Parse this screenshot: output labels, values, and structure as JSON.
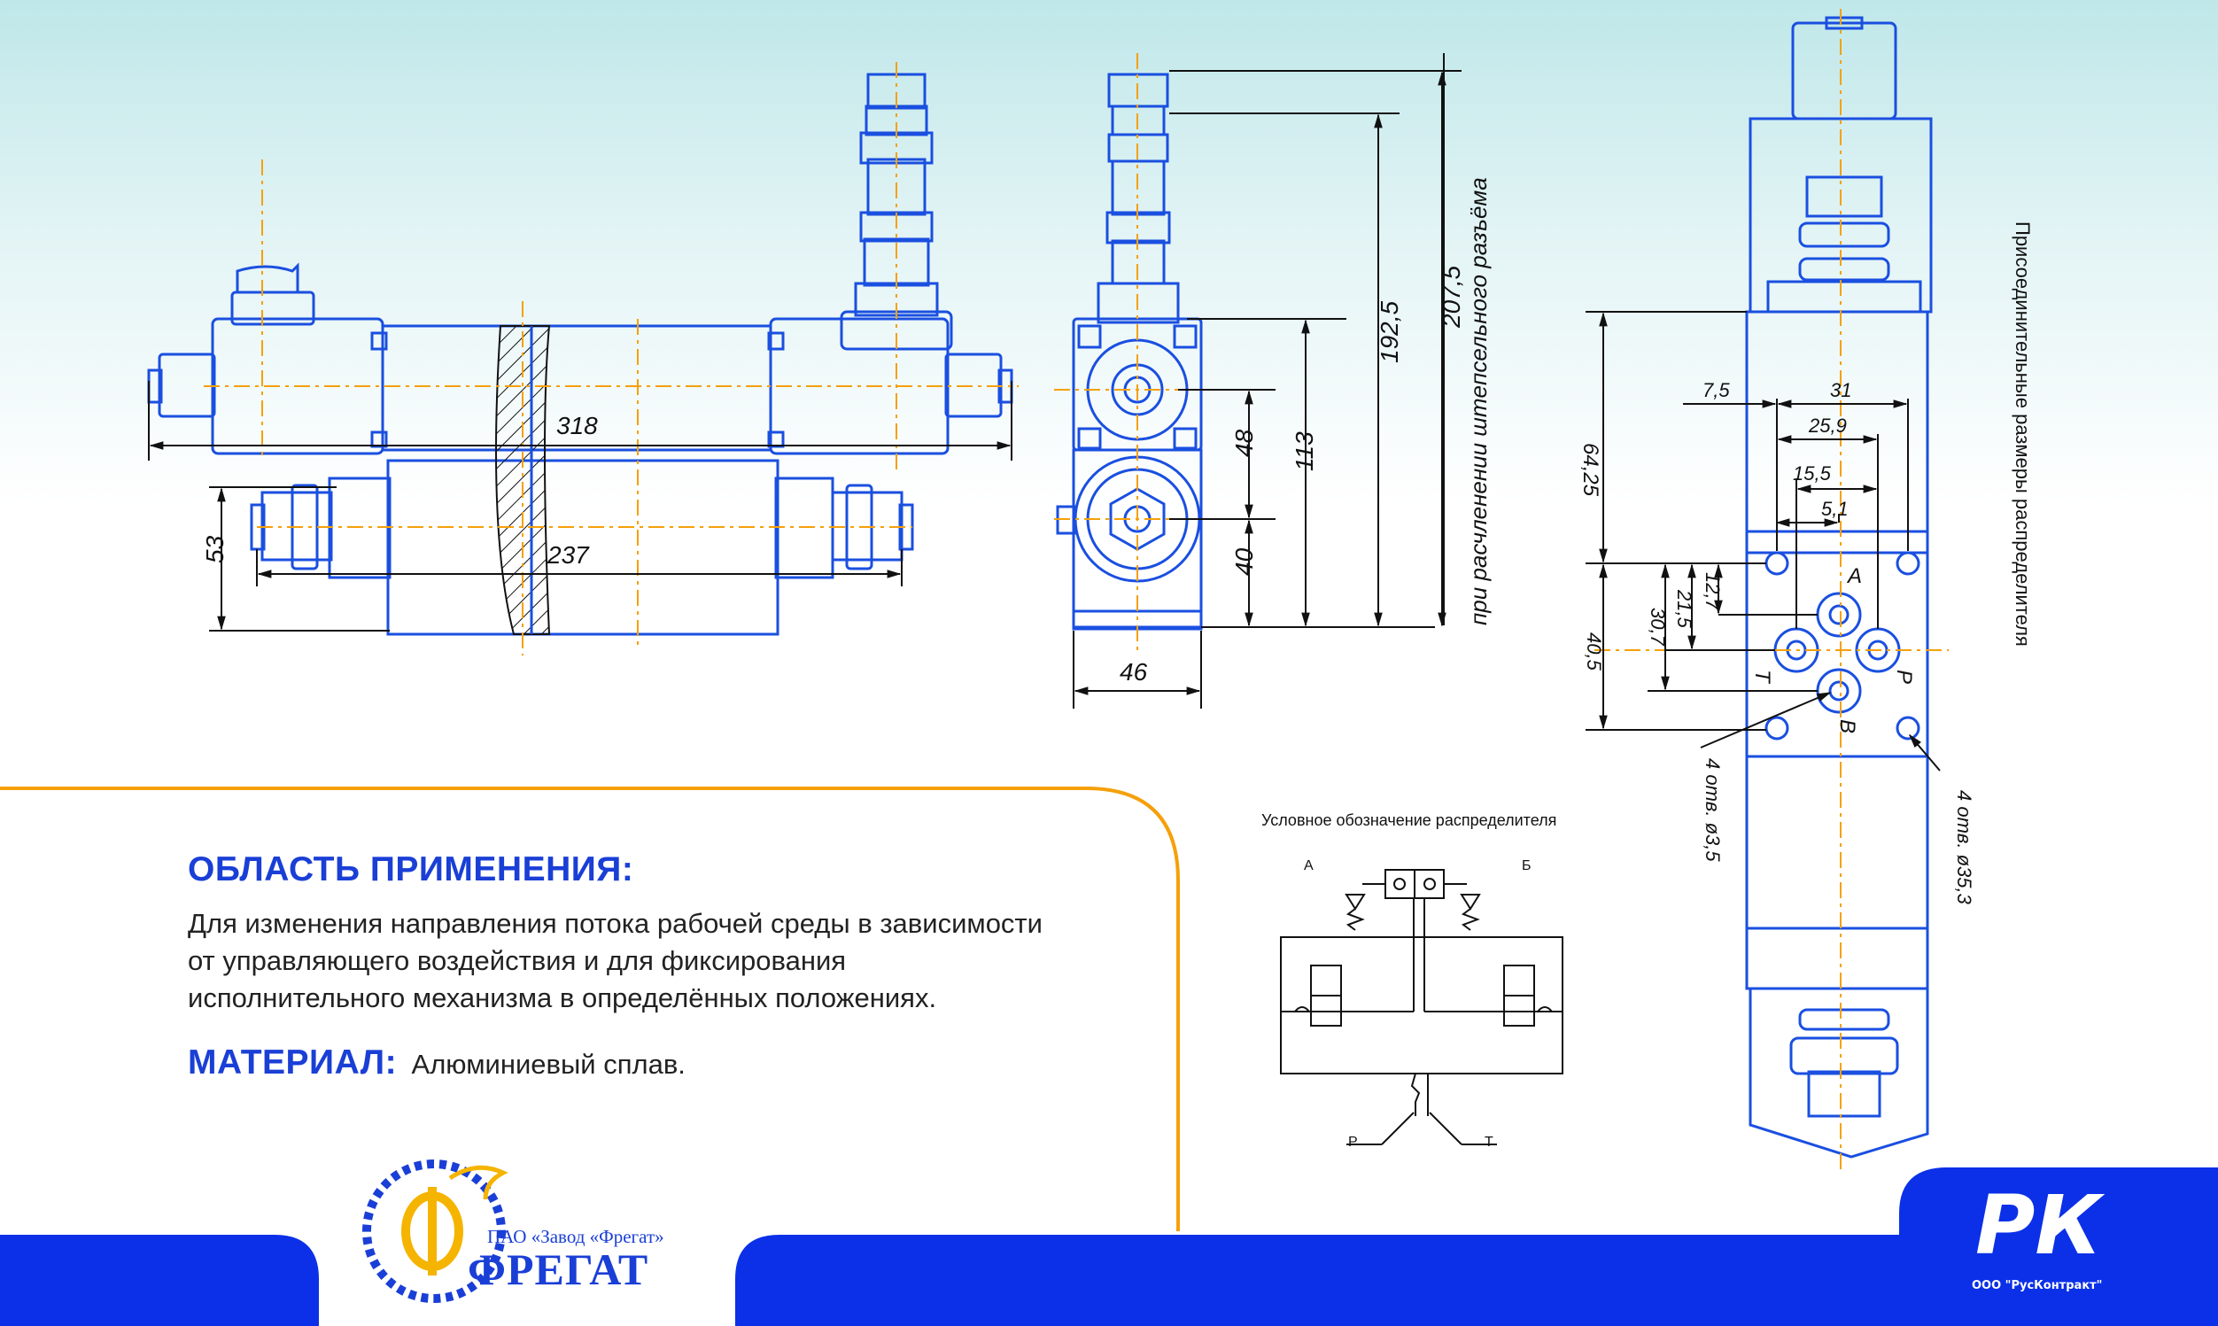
{
  "dimensions": {
    "d318": "318",
    "d237": "237",
    "d53": "53",
    "d46": "46",
    "d48": "48",
    "d40": "40",
    "d113": "113",
    "d192_5": "192,5",
    "d207_5": "207,5",
    "connector_note": "при расчленении штепсельного разъёма",
    "d7_5": "7,5",
    "d31": "31",
    "d25_9": "25,9",
    "d15_5": "15,5",
    "d5_1": "5,1",
    "d64_25": "64,25",
    "d12_7": "12,7",
    "d21_5": "21,5",
    "d30_7": "30,7",
    "d40_5": "40,5",
    "holes_left": "4 отв. ø3,5",
    "holes_right": "4 отв. ø35,3",
    "port_a": "A",
    "port_b": "B",
    "port_p": "P",
    "port_t": "T",
    "connection_title": "Присоединительные размеры распределителя"
  },
  "scheme": {
    "title": "Условное обозначение распределителя",
    "label_a": "А",
    "label_b": "Б",
    "label_p": "Р",
    "label_t": "Т"
  },
  "application": {
    "heading": "ОБЛАСТЬ ПРИМЕНЕНИЯ:",
    "line1": "Для изменения направления потока рабочей среды в зависимости",
    "line2": "от управляющего воздействия и для фиксирования",
    "line3": "исполнительного механизма в определённых положениях."
  },
  "material": {
    "heading": "МАТЕРИАЛ:",
    "value": "Алюминиевый сплав."
  },
  "logo_left": {
    "company": "ПАО «Завод «Фрегат»",
    "name": "ФРЕГАТ"
  },
  "logo_right": {
    "mark": "РК",
    "company": "ООО \"РусКонтракт\""
  },
  "colors": {
    "drawing_blue": "#1a4fe0",
    "accent_orange": "#f5a00a",
    "footer_blue": "#0b30e8",
    "brand_gold": "#f5b400"
  }
}
